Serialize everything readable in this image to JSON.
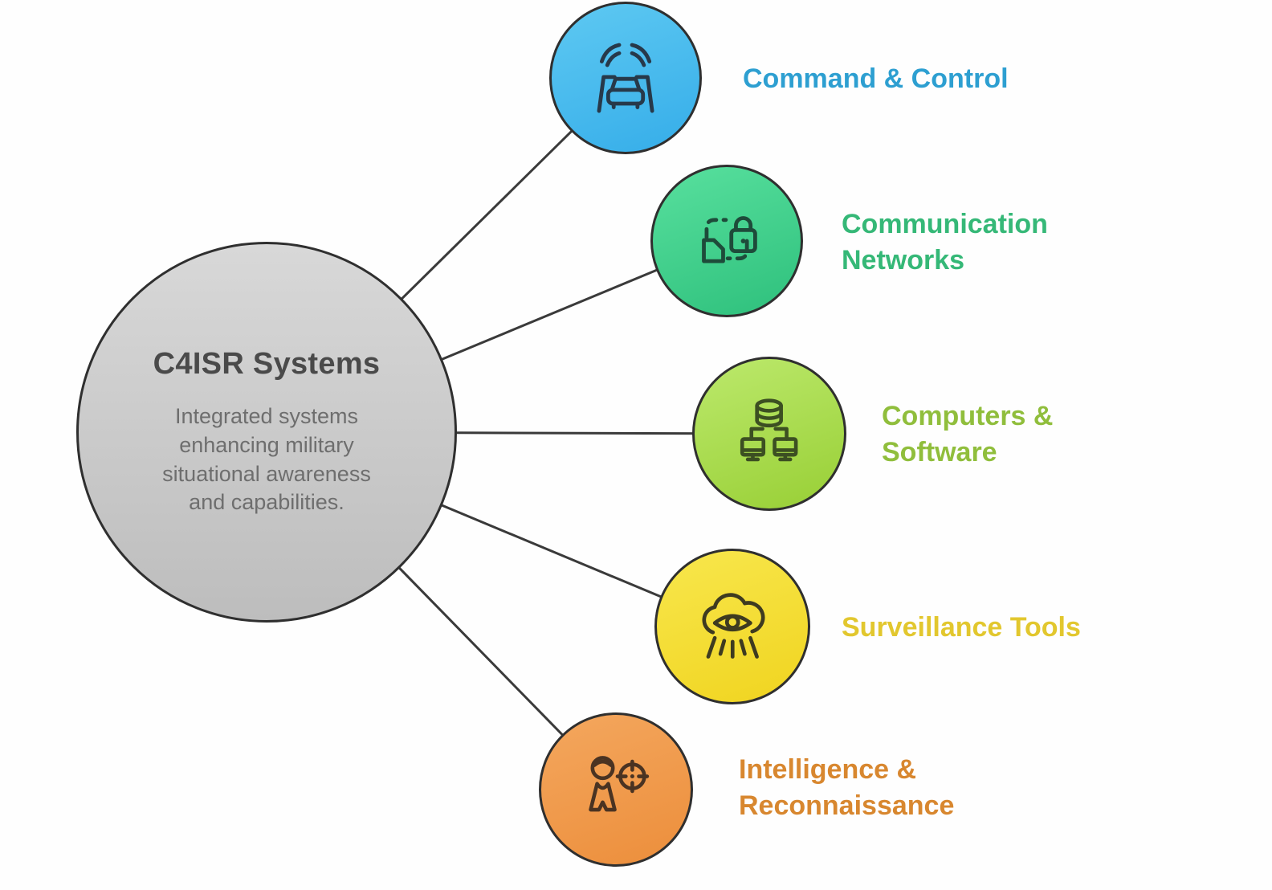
{
  "diagram": {
    "background_color": "#fefefe",
    "connector_color": "#3a3a3a",
    "circle_border_color": "#2f2f2f",
    "center": {
      "title": "C4ISR Systems",
      "description": "Integrated systems enhancing military situational awareness and capabilities.",
      "fill_top": "#d8d8d8",
      "fill_bottom": "#bdbdbd",
      "title_color": "#4a4a4a",
      "description_color": "#6e6e6e"
    },
    "nodes": [
      {
        "label": "Command & Control",
        "label_color": "#2d9fd1",
        "circle_top": "#5ec9f2",
        "circle_bottom": "#35ade9",
        "icon": "connected-car-icon",
        "icon_color": "#27394a"
      },
      {
        "label": "Communication Networks",
        "label_color": "#35b877",
        "circle_top": "#58e09e",
        "circle_bottom": "#2ec07c",
        "icon": "secure-data-transfer-icon",
        "icon_color": "#1e4b3a"
      },
      {
        "label": "Computers & Software",
        "label_color": "#90be3c",
        "circle_top": "#bce96c",
        "circle_bottom": "#98cf35",
        "icon": "database-computers-icon",
        "icon_color": "#3c4f22"
      },
      {
        "label": "Surveillance Tools",
        "label_color": "#e2c72e",
        "circle_top": "#f8e74d",
        "circle_bottom": "#f0d41f",
        "icon": "cloud-eye-surveillance-icon",
        "icon_color": "#3e3b20"
      },
      {
        "label": "Intelligence & Reconnaissance",
        "label_color": "#d8872f",
        "circle_top": "#f4a75e",
        "circle_bottom": "#ec8e3b",
        "icon": "person-target-icon",
        "icon_color": "#4a3322"
      }
    ]
  }
}
